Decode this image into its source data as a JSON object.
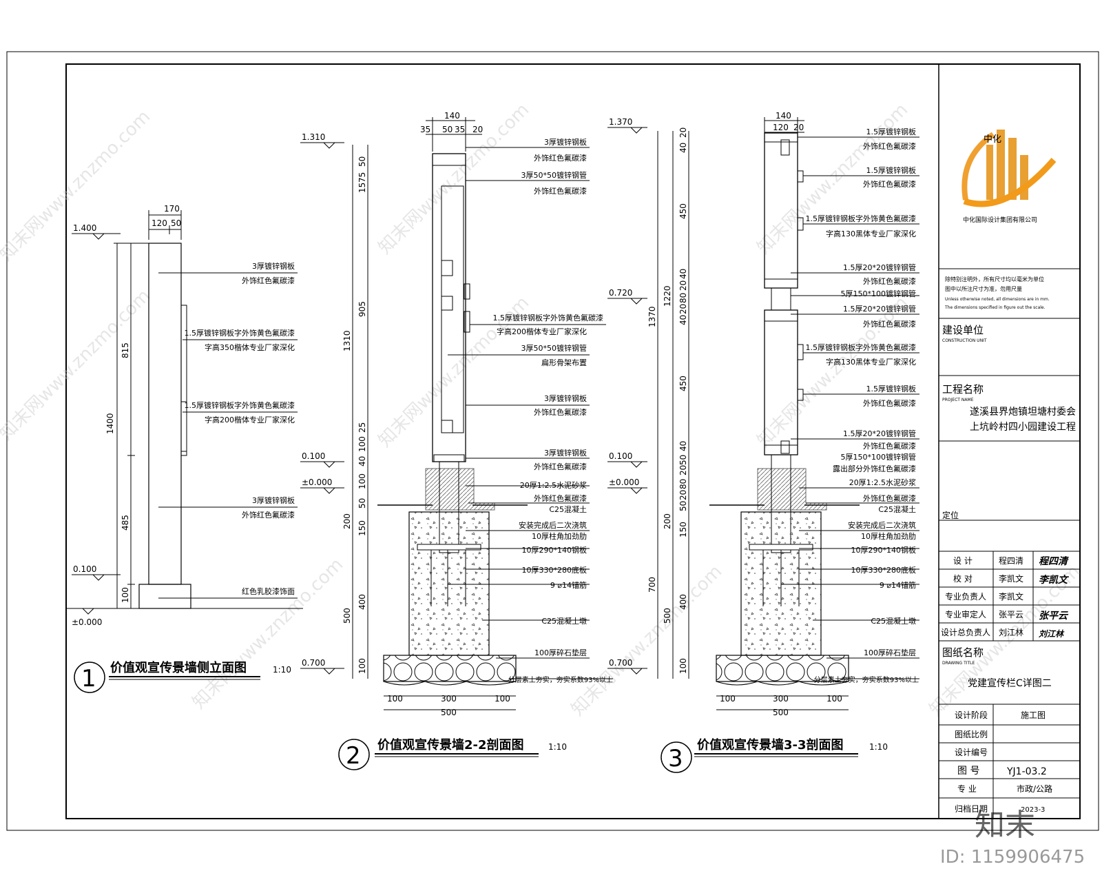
{
  "watermark": {
    "text": "知末网www.znzmo.com",
    "logo": "知末",
    "id": "ID: 1159906475"
  },
  "drawing1": {
    "title": "价值观宣传景墙侧立面图",
    "num": "1",
    "scale": "1:10",
    "dims_top": [
      "170",
      "120",
      "50"
    ],
    "dims_left": [
      "815",
      "1400",
      "485",
      "100"
    ],
    "levels": [
      "1.400",
      "0.100",
      "±0.000"
    ],
    "notes": [
      [
        "3厚镀锌钢板",
        "外饰红色氟碳漆"
      ],
      [
        "1.5厚镀锌钢板字外饰黄色氟碳漆",
        "字高350楷体专业厂家深化"
      ],
      [
        "1.5厚镀锌钢板字外饰黄色氟碳漆",
        "字高200楷体专业厂家深化"
      ],
      [
        "3厚镀锌钢板",
        "外饰红色氟碳漆"
      ],
      [
        "红色乳胶漆饰面"
      ]
    ]
  },
  "drawing2": {
    "title": "价值观宣传景墙2-2剖面图",
    "num": "2",
    "scale": "1:10",
    "dims_top": [
      "140",
      "35",
      "50",
      "35",
      "20"
    ],
    "dims_v1": [
      "50",
      "75",
      "15",
      "905",
      "25",
      "100",
      "40",
      "100",
      "50",
      "150",
      "400",
      "100"
    ],
    "dims_v2": [
      "1310",
      "200",
      "500"
    ],
    "dims_bottom": [
      "100",
      "300",
      "100",
      "500"
    ],
    "levels": [
      "1.310",
      "0.100",
      "±0.000",
      "0.700"
    ],
    "notes": [
      [
        "3厚镀锌钢板",
        "外饰红色氟碳漆"
      ],
      [
        "3厚50*50镀锌钢管",
        "外饰红色氟碳漆"
      ],
      [
        "1.5厚镀锌钢板字外饰黄色氟碳漆",
        "字高200楷体专业厂家深化"
      ],
      [
        "3厚50*50镀锌钢管",
        "扁形骨架布置"
      ],
      [
        "3厚镀锌钢板",
        "外饰红色氟碳漆"
      ],
      [
        "3厚镀锌钢板",
        "外饰红色氟碳漆"
      ],
      [
        "20厚1:2.5水泥砂浆"
      ],
      [
        "外饰红色氟碳漆",
        "C25混凝土"
      ],
      [
        "安装完成后二次浇筑",
        "10厚柱角加劲肋"
      ],
      [
        "10厚290*140钢板"
      ],
      [
        "10厚330*280底板"
      ],
      [
        "9 ⌀14锚筋"
      ],
      [
        "C25混凝土墩"
      ],
      [
        "100厚碎石垫层"
      ],
      [
        "分层素土夯实，夯实系数93%以上"
      ]
    ]
  },
  "drawing3": {
    "title": "价值观宣传景墙3-3剖面图",
    "num": "3",
    "scale": "1:10",
    "dims_top": [
      "140",
      "120",
      "20"
    ],
    "dims_v1": [
      "20",
      "40",
      "450",
      "40",
      "20",
      "80",
      "20",
      "40",
      "450",
      "40",
      "50",
      "20",
      "80",
      "20",
      "50",
      "150",
      "400",
      "100"
    ],
    "dims_v2": [
      "1220",
      "1370",
      "200",
      "700",
      "500"
    ],
    "dims_bottom": [
      "100",
      "300",
      "100",
      "500"
    ],
    "levels": [
      "1.370",
      "0.720",
      "0.100",
      "±0.000",
      "0.700"
    ],
    "notes": [
      [
        "1.5厚镀锌钢板",
        "外饰红色氟碳漆"
      ],
      [
        "1.5厚镀锌钢板",
        "外饰红色氟碳漆"
      ],
      [
        "1.5厚镀锌钢板字外饰黄色氟碳漆",
        "字高130黑体专业厂家深化"
      ],
      [
        "1.5厚20*20镀锌钢管",
        "外饰红色氟碳漆",
        "5厚150*100镀锌钢管"
      ],
      [
        "1.5厚20*20镀锌钢管",
        "外饰红色氟碳漆"
      ],
      [
        "1.5厚镀锌钢板字外饰黄色氟碳漆",
        "字高130黑体专业厂家深化"
      ],
      [
        "1.5厚镀锌钢板",
        "外饰红色氟碳漆"
      ],
      [
        "1.5厚20*20镀锌钢管",
        "外饰红色氟碳漆",
        "5厚150*100镀锌钢管",
        "露出部分外饰红色氟碳漆"
      ],
      [
        "20厚1:2.5水泥砂浆"
      ],
      [
        "外饰红色氟碳漆",
        "C25混凝土"
      ],
      [
        "安装完成后二次浇筑",
        "10厚柱角加劲肋"
      ],
      [
        "10厚290*140钢板"
      ],
      [
        "10厚330*280底板"
      ],
      [
        "9 ⌀14锚筋"
      ],
      [
        "C25混凝土墩"
      ],
      [
        "100厚碎石垫层"
      ],
      [
        "分层素土夯实，夯实系数93%以上"
      ]
    ]
  },
  "titleblock": {
    "company": "中化国际设计集团有限公司",
    "logo_text": "中化",
    "notes": [
      "除特别注明外，所有尺寸均以毫米为单位",
      "图中以所注尺寸为准，勿用尺量",
      "Unless otherwise noted, all dimensions are in mm.",
      "The dimensions specified in figure out the scale."
    ],
    "unit_label": "建设单位",
    "unit_en": "CONSTRUCTION UNIT",
    "project_label": "工程名称",
    "project_en": "PROJECT NAME",
    "project_name": [
      "遂溪县界炮镇坦塘村委会",
      "上坑岭村四小园建设工程"
    ],
    "stamp_label": "定位",
    "people": [
      {
        "role": "设 计",
        "name": "程四清"
      },
      {
        "role": "校 对",
        "name": "李凯文"
      },
      {
        "role": "专业负责人",
        "name": "李凯文"
      },
      {
        "role": "专业审定人",
        "name": "张平云"
      },
      {
        "role": "设计总负责人",
        "name": "刘江林"
      }
    ],
    "signatures": [
      "程四清",
      "李凯文",
      "张平云",
      "刘江林"
    ],
    "drawing_name_label": "图纸名称",
    "drawing_name_en": "DRAWING TITLE",
    "drawing_name": "党建宣传栏C详图二",
    "rows": [
      {
        "label": "设计阶段",
        "value": "施工图"
      },
      {
        "label": "图纸比例",
        "value": ""
      },
      {
        "label": "设计编号",
        "value": ""
      },
      {
        "label": "图 号",
        "value": "YJ1-03.2"
      },
      {
        "label": "专 业",
        "value": "市政/公路"
      },
      {
        "label": "归档日期",
        "value": "2023-3"
      }
    ]
  }
}
